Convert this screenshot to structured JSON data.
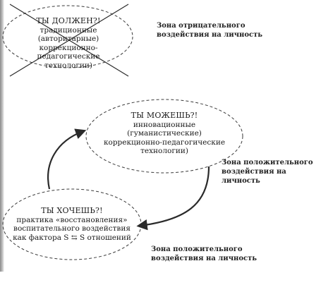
{
  "ellipses": [
    {
      "id": "must",
      "heading": "ТЫ ДОЛЖЕН?!",
      "lines": [
        "традиционные (авторитарные)",
        "коррекционно-педагогические",
        "технологии)"
      ],
      "crossed": true
    },
    {
      "id": "can",
      "heading": "ТЫ МОЖЕШЬ?!",
      "lines": [
        "инновационные",
        "(гуманистические)",
        "коррекционно-педагогические",
        "технологии)"
      ],
      "crossed": false
    },
    {
      "id": "want",
      "heading": "ТЫ ХОЧЕШЬ?!",
      "lines": [
        "практика «восстановления»",
        "воспитательного воздействия",
        "как фактора S ⇆ S отношений"
      ],
      "crossed": false
    }
  ],
  "zones": {
    "negative": [
      "Зона отрицательного",
      "воздействия на личность"
    ],
    "positive_right": [
      "Зона положительного",
      "воздействия на",
      "личность"
    ],
    "positive_bottom": [
      "Зона положительного",
      "воздействия на личность"
    ]
  },
  "colors": {
    "stroke": "#2a2a2a",
    "text": "#1a1a1a"
  }
}
